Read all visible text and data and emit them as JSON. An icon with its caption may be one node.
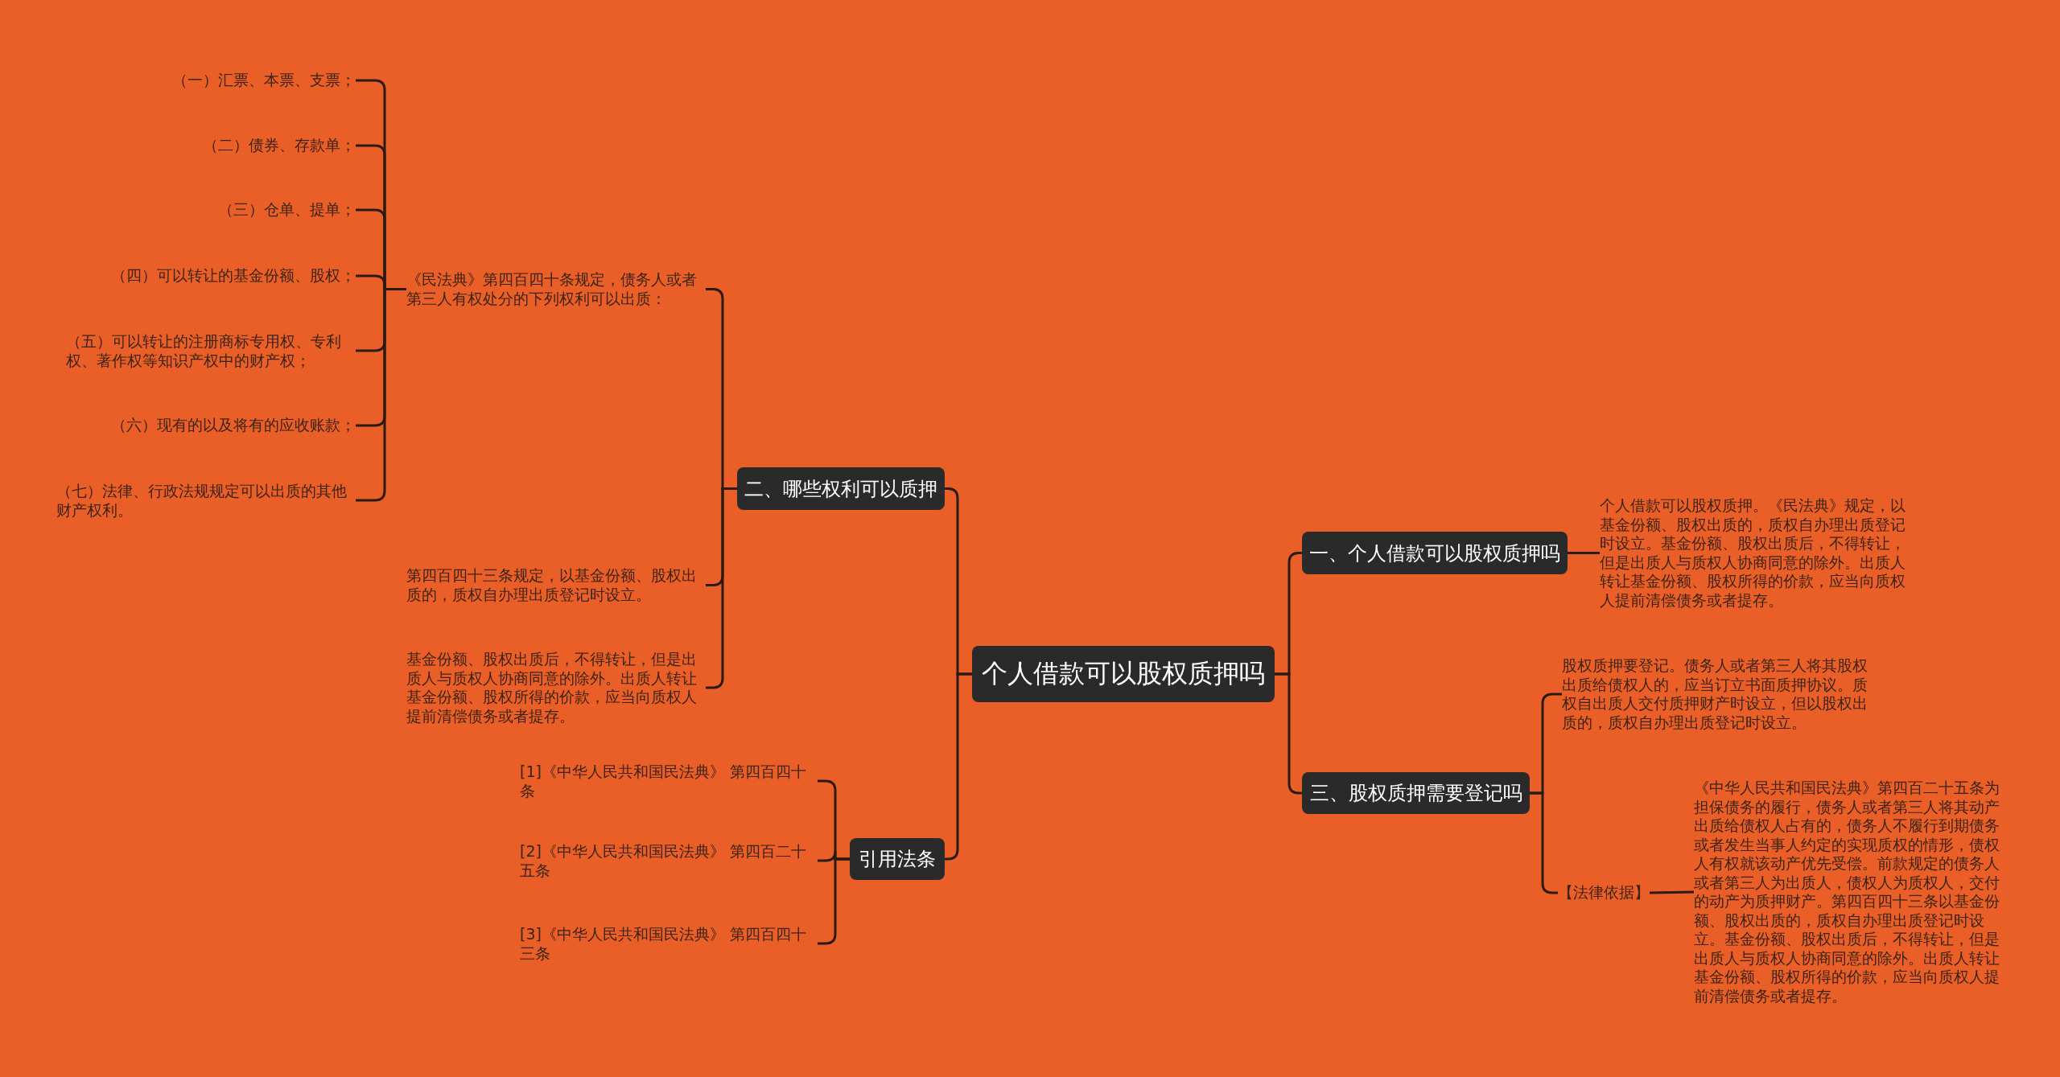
{
  "diagram": {
    "nodes": [
      {
        "text": [
          "个人借款可以股权质押吗"
        ]
      },
      {
        "text": [
          "二、哪些权利可以质押"
        ]
      },
      {
        "text": [
          "《民法典》第四百四十条规定，债务人或者第三人有权处分的下列权利可以出质："
        ]
      },
      {
        "text": [
          "（一）汇票、本票、支票；"
        ]
      },
      {
        "text": [
          "（二）债券、存款单；"
        ]
      },
      {
        "text": [
          "（三）仓单、提单；"
        ]
      },
      {
        "text": [
          "（四）可以转让的基金份额、股权；"
        ]
      },
      {
        "text": [
          "（五）可以转让的注册商标专用权、专利权、著作权等知识产权中的财产权；"
        ]
      },
      {
        "text": [
          "（六）现有的以及将有的应收账款；"
        ]
      },
      {
        "text": [
          "（七）法律、行政法规规定可以出质的其他财产权利。"
        ]
      },
      {
        "text": [
          "第四百四十三条规定，以基金份额、股权出质的，质权自办理出质登记时设立。"
        ]
      },
      {
        "text": [
          "基金份额、股权出质后，不得转让，但是出质人与质权人协商同意的除外。出质人转让基金份额、股权所得的价款，应当向质权人提前清偿债务或者提存。"
        ]
      },
      {
        "text": [
          "引用法条"
        ]
      },
      {
        "text": [
          "[1]《中华人民共和国民法典》 第四百四十条"
        ]
      },
      {
        "text": [
          "[2]《中华人民共和国民法典》 第四百二十五条"
        ]
      },
      {
        "text": [
          "[3]《中华人民共和国民法典》 第四百四十三条"
        ]
      },
      {
        "text": [
          "一、个人借款可以股权质押吗"
        ]
      },
      {
        "text": [
          "个人借款可以股权质押。《民法典》规定，以基金份额、股权出质的，质权自办理出质登记时设立。基金份额、股权出质后，不得转让，但是出质人与质权人协商同意的除外。出质人转让基金份额、股权所得的价款，应当向质权人提前清偿债务或者提存。"
        ]
      },
      {
        "text": [
          "三、股权质押需要登记吗"
        ]
      },
      {
        "text": [
          "股权质押要登记。债务人或者第三人将其股权出质给债权人的，应当订立书面质押协议。质权自出质人交付质押财产时设立，但以股权出质的，质权自办理出质登记时设立。"
        ]
      },
      {
        "text": [
          "【法律依据】"
        ]
      },
      {
        "text": [
          "《中华人民共和国民法典》第四百二十五条为担保债务的履行，债务人或者第三人将其动产出质给债权人占有的，债务人不履行到期债务或者发生当事人约定的实现质权的情形，债权人有权就该动产优先受偿。前款规定的债务人或者第三人为出质人，债权人为质权人，交付的动产为质押财产。第四百四十三条以基金份额、股权出质的，质权自办理出质登记时设立。基金份额、股权出质后，不得转让，但是出质人与质权人协商同意的除外。出质人转让基金份额、股权所得的价款，应当向质权人提前清偿债务或者提存。"
        ]
      }
    ],
    "edges": [
      {
        "from": 0,
        "to": 1,
        "arrow": "none"
      },
      {
        "from": 1,
        "to": 2,
        "arrow": "none"
      },
      {
        "from": 2,
        "to": 3,
        "arrow": "none"
      },
      {
        "from": 2,
        "to": 4,
        "arrow": "none"
      },
      {
        "from": 2,
        "to": 5,
        "arrow": "none"
      },
      {
        "from": 2,
        "to": 6,
        "arrow": "none"
      },
      {
        "from": 2,
        "to": 7,
        "arrow": "none"
      },
      {
        "from": 2,
        "to": 8,
        "arrow": "none"
      },
      {
        "from": 2,
        "to": 9,
        "arrow": "none"
      },
      {
        "from": 1,
        "to": 10,
        "arrow": "none"
      },
      {
        "from": 1,
        "to": 11,
        "arrow": "none"
      },
      {
        "from": 0,
        "to": 12,
        "arrow": "none"
      },
      {
        "from": 12,
        "to": 13,
        "arrow": "none"
      },
      {
        "from": 12,
        "to": 14,
        "arrow": "none"
      },
      {
        "from": 12,
        "to": 15,
        "arrow": "none"
      },
      {
        "from": 0,
        "to": 16,
        "arrow": "none"
      },
      {
        "from": 16,
        "to": 17,
        "arrow": "none"
      },
      {
        "from": 0,
        "to": 18,
        "arrow": "none"
      },
      {
        "from": 18,
        "to": 19,
        "arrow": "none"
      },
      {
        "from": 18,
        "to": 20,
        "arrow": "none"
      },
      {
        "from": 20,
        "to": 21,
        "arrow": "none"
      }
    ]
  }
}
